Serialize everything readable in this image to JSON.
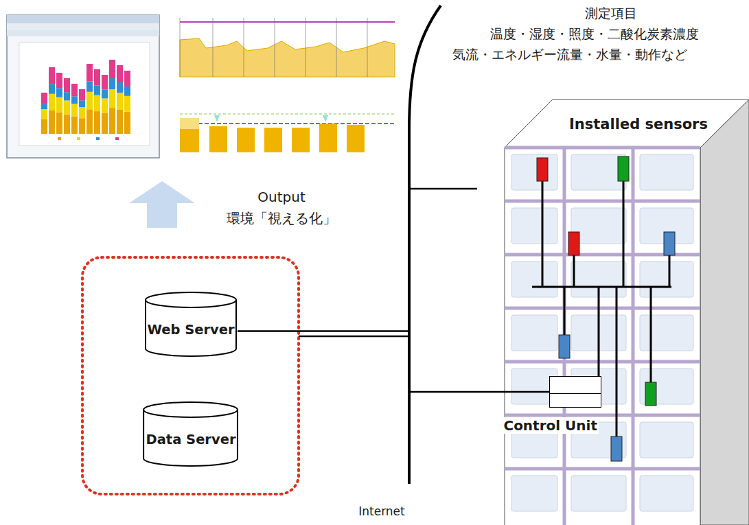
{
  "diagram": {
    "nodes": [
      {
        "text": [
          "Web Server"
        ]
      },
      {
        "text": [
          "Data Server"
        ]
      },
      {
        "text": [
          "Installed sensors"
        ]
      },
      {
        "text": [
          "Control Unit"
        ],
        "in": 2
      }
    ],
    "edges": [
      {
        "from": 0,
        "to": 3,
        "arrow": "none"
      }
    ],
    "labels": [
      "測定項目",
      "温度・湿度・照度・二酸化炭素濃度",
      "気流・エネルギー流量・水量・動作など",
      "Output",
      "環境「視える化」",
      "Internet"
    ]
  }
}
